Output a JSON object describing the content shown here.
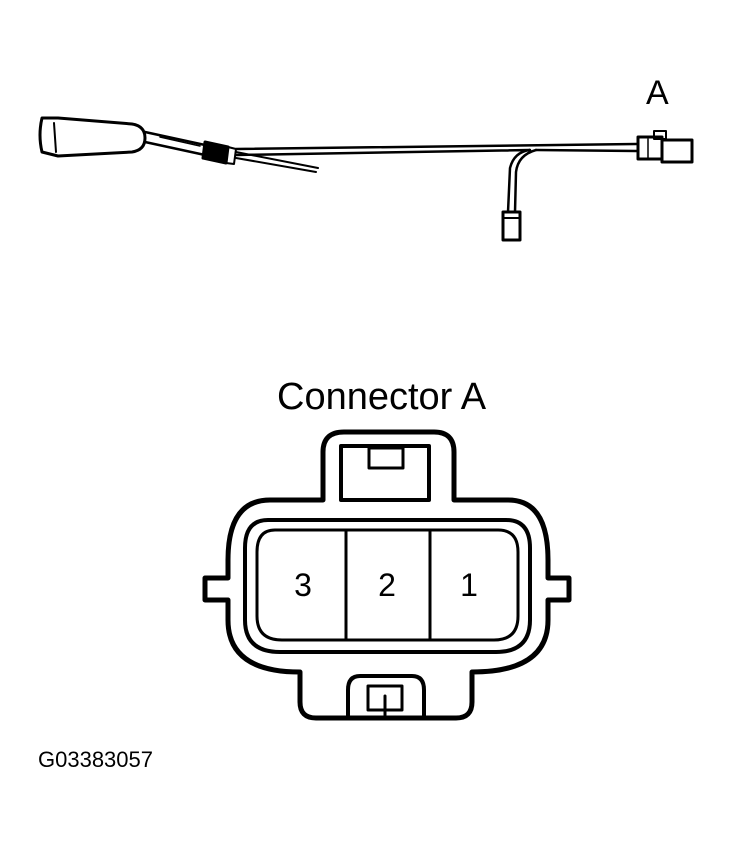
{
  "harness": {
    "connector_label": "A"
  },
  "connector": {
    "title": "Connector A",
    "pins": [
      "3",
      "2",
      "1"
    ]
  },
  "figure_id": "G03383057"
}
